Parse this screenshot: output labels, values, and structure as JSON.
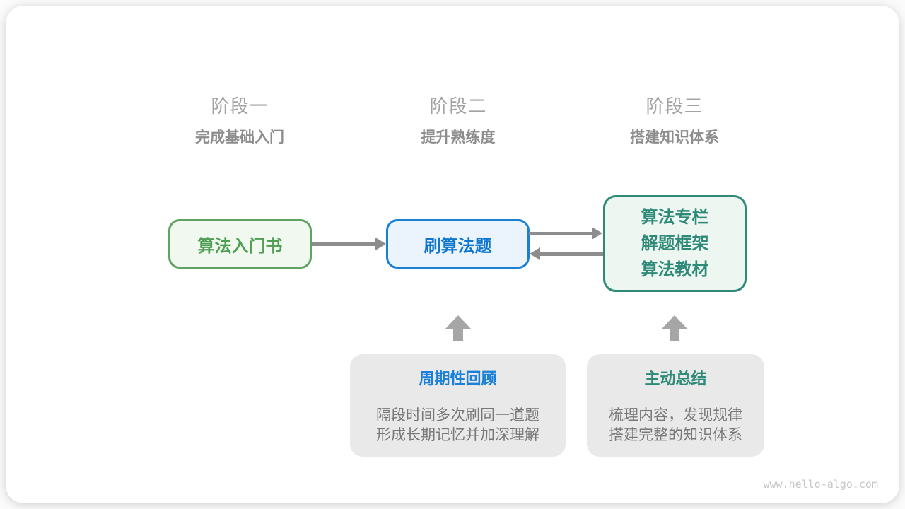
{
  "stages": [
    {
      "label": "阶段一",
      "subtitle": "完成基础入门"
    },
    {
      "label": "阶段二",
      "subtitle": "提升熟练度"
    },
    {
      "label": "阶段三",
      "subtitle": "搭建知识体系"
    }
  ],
  "nodes": {
    "intro_book": {
      "label": "算法入门书"
    },
    "practice": {
      "label": "刷算法题"
    },
    "resources": {
      "lines": [
        "算法专栏",
        "解题框架",
        "算法教材"
      ]
    }
  },
  "notes": [
    {
      "title": "周期性回顾",
      "lines": [
        "隔段时间多次刷同一道题",
        "形成长期记忆并加深理解"
      ],
      "accent": "#1a80d9"
    },
    {
      "title": "主动总结",
      "lines": [
        "梳理内容，发现规律",
        "搭建完整的知识体系"
      ],
      "accent": "#2e8a77"
    }
  ],
  "watermark": "www.hello-algo.com",
  "colors": {
    "green_border": "#5fa263",
    "green_bg": "#f1f8f0",
    "green_text": "#4e9e53",
    "blue_border": "#1c80d2",
    "blue_bg": "#ebf4fc",
    "blue_text": "#0f76d0",
    "teal_border": "#2e8a77",
    "teal_bg": "#eef6f2",
    "connector_gray": "#8d8d8d",
    "up_arrow_gray": "#a6a6a6",
    "note_bg": "#e9e9e9",
    "note_body_text": "#787878",
    "stage_title_gray": "#a3a3a3",
    "stage_subtitle_gray": "#8d8d8d"
  }
}
